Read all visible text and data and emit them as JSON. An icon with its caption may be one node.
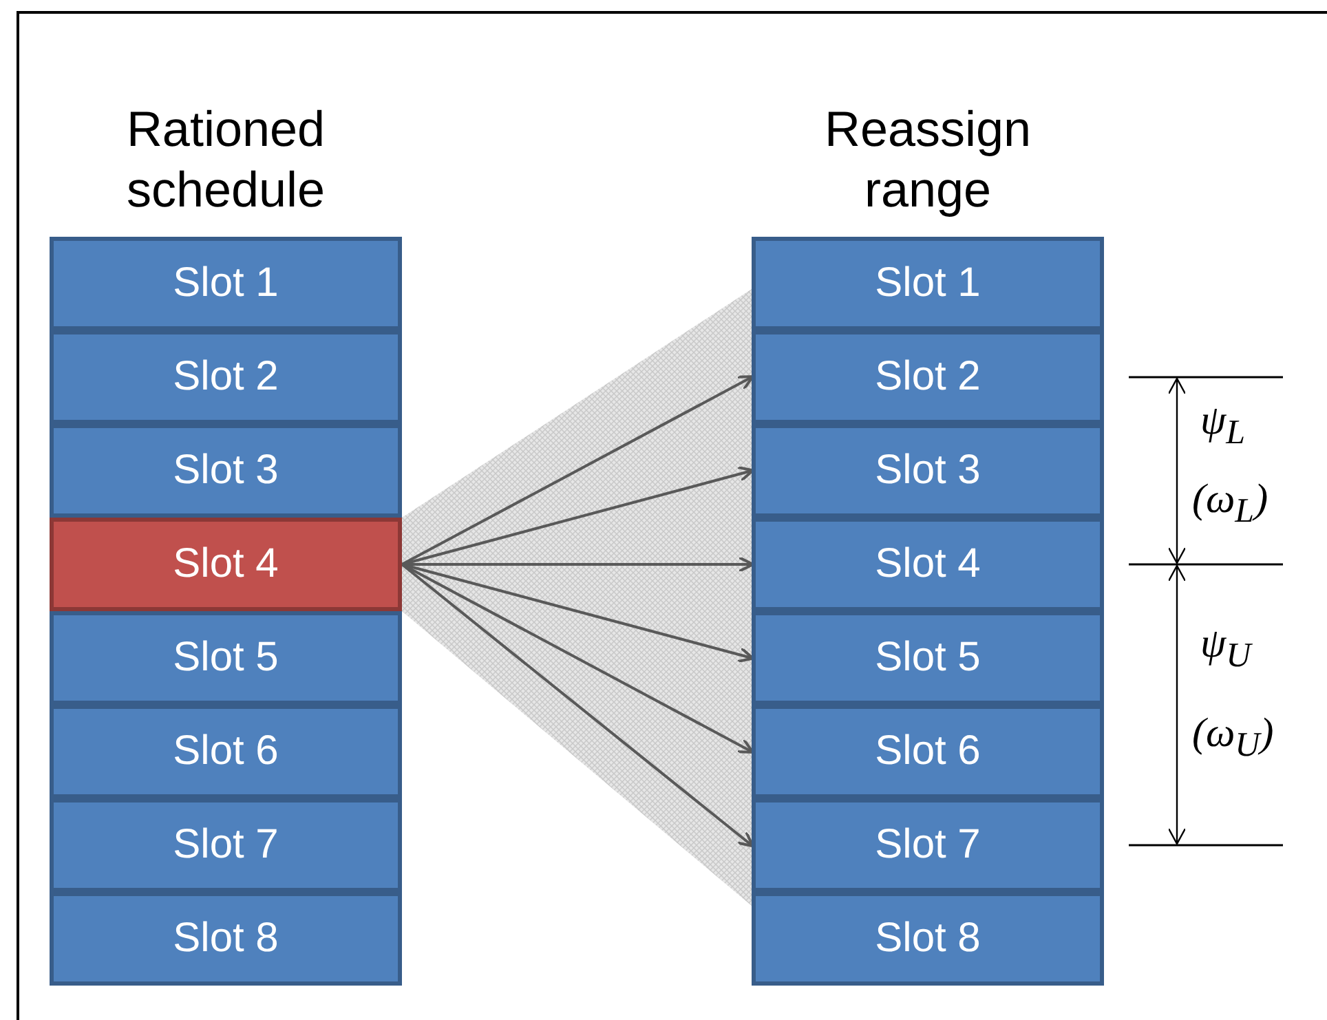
{
  "diagram": {
    "nodes": [
      {
        "text": [
          "Slot 1"
        ]
      },
      {
        "text": [
          "Slot 2"
        ]
      },
      {
        "text": [
          "Slot 3"
        ]
      },
      {
        "text": [
          "Slot 4"
        ]
      },
      {
        "text": [
          "Slot 5"
        ]
      },
      {
        "text": [
          "Slot 6"
        ]
      },
      {
        "text": [
          "Slot 7"
        ]
      },
      {
        "text": [
          "Slot 8"
        ]
      },
      {
        "text": [
          "Slot 1"
        ]
      },
      {
        "text": [
          "Slot 2"
        ]
      },
      {
        "text": [
          "Slot 3"
        ]
      },
      {
        "text": [
          "Slot 4"
        ]
      },
      {
        "text": [
          "Slot 5"
        ]
      },
      {
        "text": [
          "Slot 6"
        ]
      },
      {
        "text": [
          "Slot 7"
        ]
      },
      {
        "text": [
          "Slot 8"
        ]
      }
    ],
    "edges": [
      {
        "from": 3,
        "to": 9,
        "arrow": "to"
      },
      {
        "from": 3,
        "to": 10,
        "arrow": "to"
      },
      {
        "from": 3,
        "to": 11,
        "arrow": "to"
      },
      {
        "from": 3,
        "to": 12,
        "arrow": "to"
      },
      {
        "from": 3,
        "to": 13,
        "arrow": "to"
      },
      {
        "from": 3,
        "to": 14,
        "arrow": "to"
      }
    ],
    "labels": [
      "Rationed schedule",
      "Reassign range",
      "ψ$_{L}$",
      "(ω$_{L}$)",
      "ψ$_{U}$",
      "(ω$_{U}$)"
    ]
  }
}
